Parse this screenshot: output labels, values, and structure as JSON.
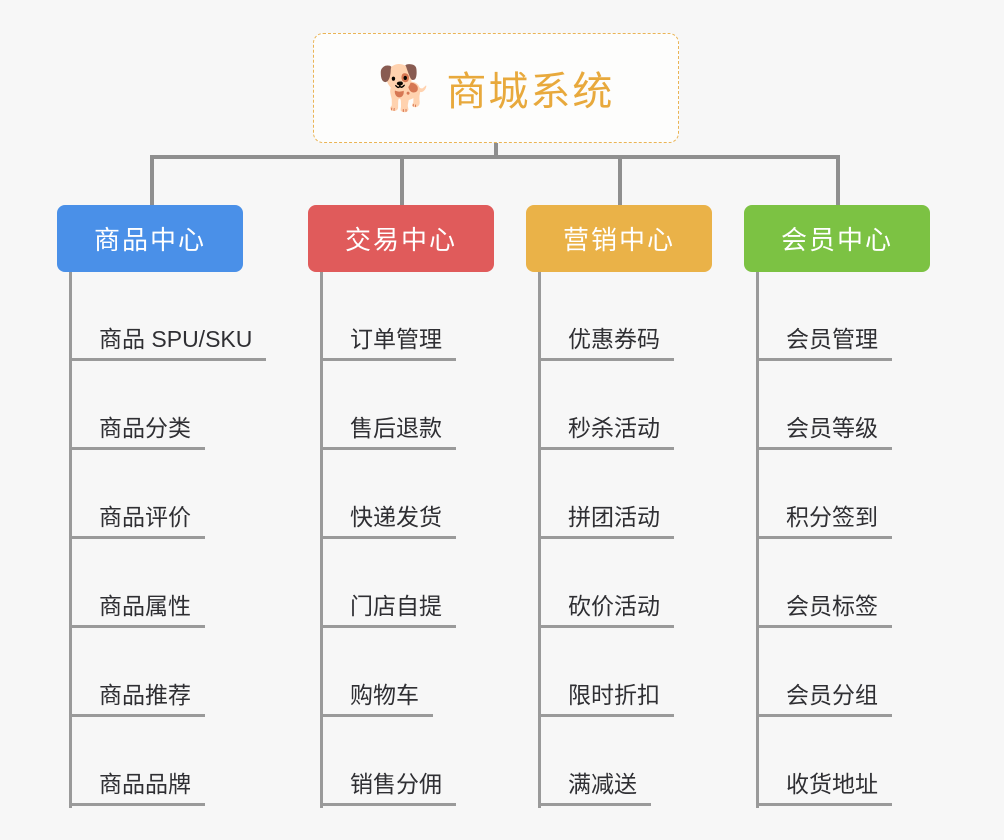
{
  "page": {
    "background_color": "#f7f7f7",
    "type": "mindmap"
  },
  "root": {
    "icon": "shiba-dog-face-icon",
    "emoji": "🐕",
    "title": "商城系统",
    "border_color": "#eab455",
    "title_color": "#e8a93c"
  },
  "connector": {
    "color": "#8f8f8f"
  },
  "categories": [
    {
      "label": "商品中心",
      "color": "#4a90e8",
      "items": [
        "商品 SPU/SKU",
        "商品分类",
        "商品评价",
        "商品属性",
        "商品推荐",
        "商品品牌"
      ]
    },
    {
      "label": "交易中心",
      "color": "#e05b5b",
      "items": [
        "订单管理",
        "售后退款",
        "快递发货",
        "门店自提",
        "购物车",
        "销售分佣"
      ]
    },
    {
      "label": "营销中心",
      "color": "#eab248",
      "items": [
        "优惠券码",
        "秒杀活动",
        "拼团活动",
        "砍价活动",
        "限时折扣",
        "满减送"
      ]
    },
    {
      "label": "会员中心",
      "color": "#7cc243",
      "items": [
        "会员管理",
        "会员等级",
        "积分签到",
        "会员标签",
        "会员分组",
        "收货地址"
      ]
    }
  ]
}
